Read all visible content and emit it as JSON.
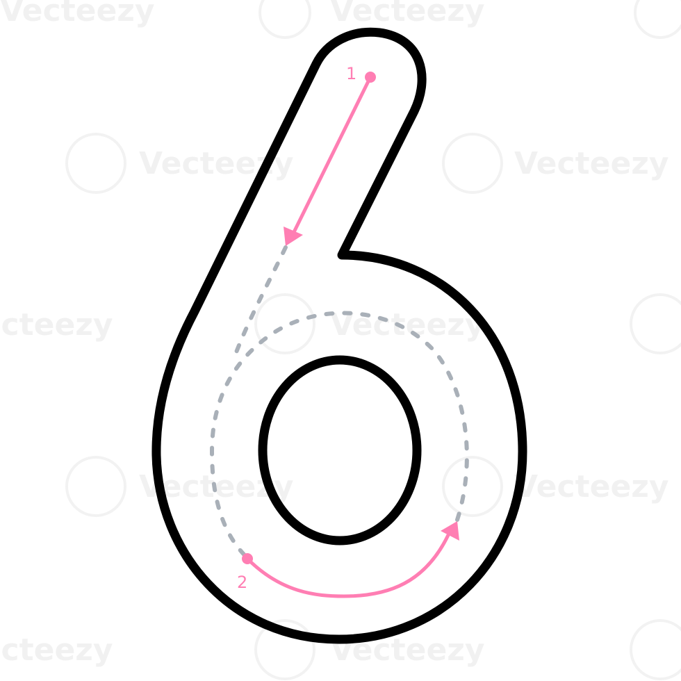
{
  "colors": {
    "background": "#ffffff",
    "outline": "#000000",
    "stroke_guide": "#ff7eb3",
    "dashed_guide": "#a9b0b8"
  },
  "strokes": [
    {
      "number": "1"
    },
    {
      "number": "2"
    }
  ],
  "watermark": {
    "text": "Vecteezy"
  }
}
